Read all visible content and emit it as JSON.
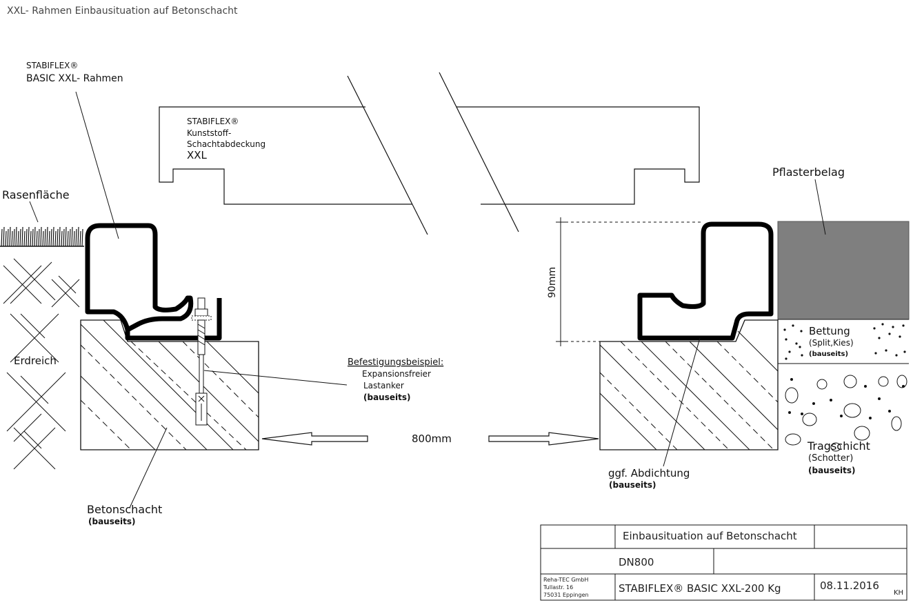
{
  "title": "XXL- Rahmen Einbausituation auf Betonschacht",
  "labels": {
    "frame_brand": "STABIFLEX®",
    "frame_name": "BASIC XXL- Rahmen",
    "cover_brand": "STABIFLEX®",
    "cover_line1": "Kunststoff-",
    "cover_line2": "Schachtabdeckung",
    "cover_line3": "XXL",
    "lawn": "Rasenfläche",
    "soil": "Erdreich",
    "fixing_title": "Befestigungsbeispiel:",
    "fixing_line1": "Expansionsfreier",
    "fixing_line2": "Lastanker",
    "fixing_note": "(bauseits)",
    "width_dimension": "800mm",
    "height_dimension": "90mm",
    "shaft": "Betonschacht",
    "shaft_note": "(bauseits)",
    "sealing": "ggf. Abdichtung",
    "sealing_note": "(bauseits)",
    "paving": "Pflasterbelag",
    "bedding": "Bettung",
    "bedding_detail": "(Split,Kies)",
    "bedding_note": "(bauseits)",
    "base_layer": "Tragschicht",
    "base_layer_detail": "(Schotter)",
    "base_layer_note": "(bauseits)"
  },
  "title_block": {
    "description": "Einbausituation auf Betonschacht",
    "size": "DN800",
    "company_line1": "Reha-TEC GmbH",
    "company_line2": "Tullastr. 16",
    "company_line3": "75031 Eppingen",
    "product": "STABIFLEX® BASIC XXL-200 Kg",
    "date": "08.11.2016",
    "author": "KH"
  },
  "colors": {
    "frame": "#000000",
    "paving": "#7f7f7f",
    "line": "#111111"
  }
}
